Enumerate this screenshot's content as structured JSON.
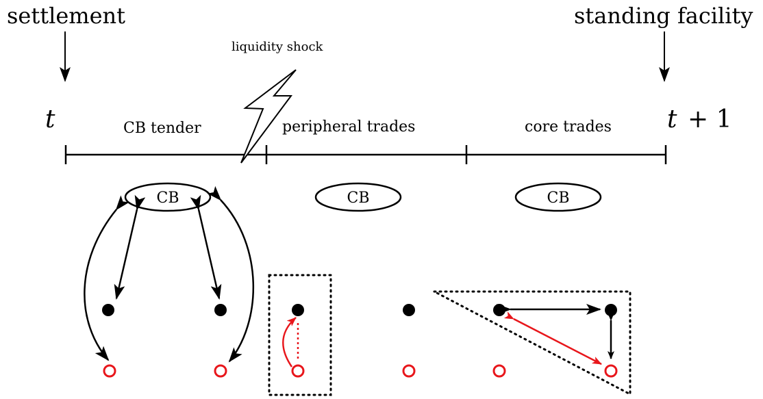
{
  "labels": {
    "settlement": "settlement",
    "standing_facility": "standing facility",
    "liquidity_shock": "liquidity shock",
    "t_start": "t",
    "t_end_var": "t",
    "t_end_op": "+ 1",
    "phase_cb_tender": "CB tender",
    "phase_peripheral": "peripheral trades",
    "phase_core": "core trades",
    "cb_node_1": "CB",
    "cb_node_2": "CB",
    "cb_node_3": "CB"
  },
  "colors": {
    "line": "#000000",
    "highlight": "#e8161b",
    "background": "#ffffff"
  },
  "icons": {
    "shock": "lightning-bolt-icon"
  }
}
